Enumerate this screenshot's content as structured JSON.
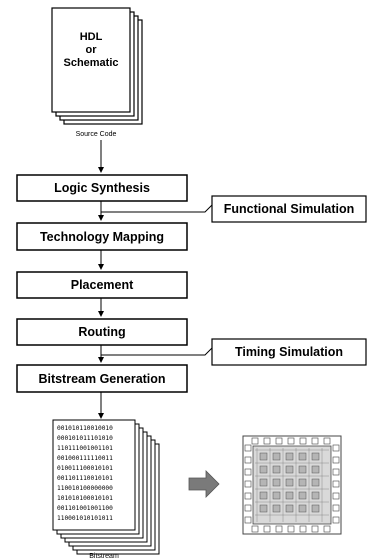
{
  "source": {
    "lines": [
      "HDL",
      "or",
      "Schematic"
    ],
    "caption": "Source Code"
  },
  "steps": [
    {
      "label": "Logic Synthesis"
    },
    {
      "label": "Technology Mapping"
    },
    {
      "label": "Placement"
    },
    {
      "label": "Routing"
    },
    {
      "label": "Bitstream Generation"
    }
  ],
  "simulations": [
    {
      "label": "Functional Simulation"
    },
    {
      "label": "Timing Simulation"
    }
  ],
  "bitstream": {
    "lines": [
      "001010110010010",
      "000101011101010",
      "110111001001101",
      "001000111110011",
      "010011100010101",
      "001101110010101",
      "110010100000000",
      "101010100010101",
      "001101001001100",
      "110001010101011"
    ],
    "caption": "Bitstream"
  },
  "colors": {
    "stroke": "#000000",
    "arrow": "#7a7a7a",
    "chip": "#d9d9d9",
    "pad": "#ffffff"
  },
  "icons": {
    "transfer_arrow": "grey-right-arrow-icon",
    "chip": "fpga-chip-icon"
  }
}
